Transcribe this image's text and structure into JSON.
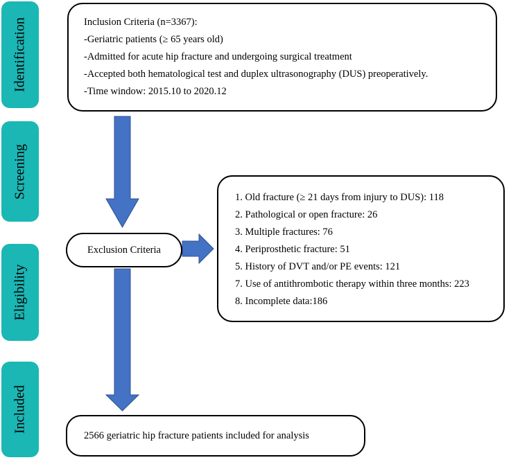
{
  "stages": [
    {
      "label": "Identification"
    },
    {
      "label": "Screening"
    },
    {
      "label": "Eligibility"
    },
    {
      "label": "Included"
    }
  ],
  "inclusion": {
    "title": "Inclusion Criteria (n=3367):",
    "lines": [
      "-Geriatric patients (≥ 65 years old)",
      "-Admitted for acute hip fracture and undergoing surgical treatment",
      "-Accepted both hematological test and duplex ultrasonography (DUS) preoperatively.",
      "-Time window: 2015.10 to 2020.12"
    ]
  },
  "exclusion_label": "Exclusion Criteria",
  "exclusion_items": [
    "1. Old fracture (≥ 21 days from injury to DUS): 118",
    "2. Pathological or open fracture: 26",
    "3. Multiple fractures: 76",
    "4. Periprosthetic fracture: 51",
    "5. History of DVT and/or PE events: 121",
    "7. Use of antithrombotic therapy within three months: 223",
    "8. Incomplete data:186"
  ],
  "included": "2566 geriatric hip fracture patients included for analysis",
  "colors": {
    "stage_fill": "#1ab7b5",
    "arrow_fill": "#4472c4",
    "arrow_stroke": "#2f528f"
  }
}
